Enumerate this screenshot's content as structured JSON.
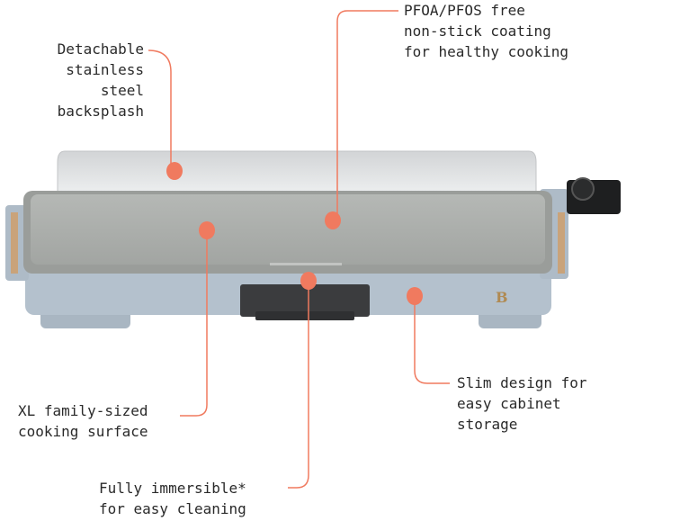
{
  "callouts": {
    "backsplash": [
      "Detachable",
      "stainless",
      "steel",
      "backsplash"
    ],
    "coating": [
      "PFOA/PFOS free",
      "non-stick coating",
      "for healthy cooking"
    ],
    "surface": [
      "XL family-sized",
      "cooking surface"
    ],
    "immersible": [
      "Fully immersible*",
      "for easy cleaning"
    ],
    "slim": [
      "Slim design for",
      "easy cabinet",
      "storage"
    ]
  },
  "brand_logo_letter": "B",
  "colors": {
    "accent": "#f07a5f",
    "text": "#2a2a2a",
    "body": "#b4c1cd",
    "plate": "#a9aca9",
    "backsplash": "#dcdedf"
  }
}
